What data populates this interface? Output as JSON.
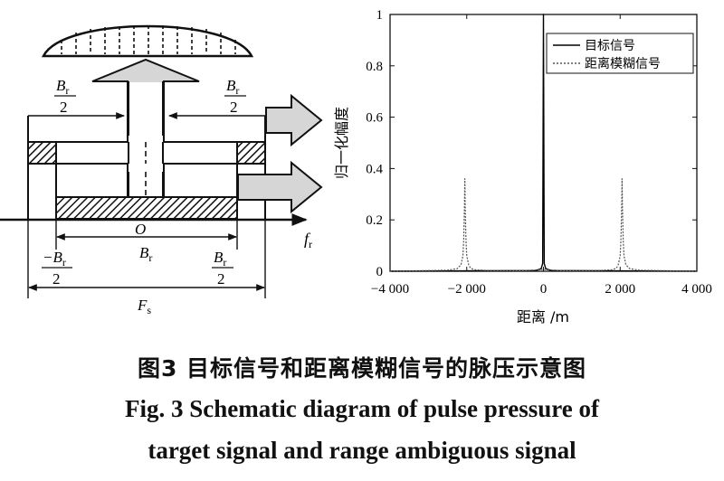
{
  "diagram": {
    "label_br": "B",
    "label_br_sub": "r",
    "label_minus_br": "−B",
    "label_two": "2",
    "label_origin": "O",
    "label_fr": "f",
    "label_fr_sub": "r",
    "label_fs": "F",
    "label_fs_sub": "s"
  },
  "chart_data": {
    "type": "line",
    "title": "",
    "xlabel": "距离 /m",
    "ylabel": "归一化幅度",
    "xlim": [
      -4000,
      4000
    ],
    "ylim": [
      0,
      1
    ],
    "xticks": [
      -4000,
      -2000,
      0,
      2000,
      4000
    ],
    "xtick_labels": [
      "−4 000",
      "−2 000",
      "0",
      "2 000",
      "4 000"
    ],
    "yticks": [
      0,
      0.2,
      0.4,
      0.6,
      0.8,
      1
    ],
    "ytick_labels": [
      "0",
      "0.2",
      "0.4",
      "0.6",
      "0.8",
      "1"
    ],
    "legend_position": "top-right",
    "grid": false,
    "series": [
      {
        "name": "目标信号",
        "style": "solid",
        "color": "#000000",
        "x": [
          -4000,
          -200,
          -60,
          -20,
          0,
          20,
          60,
          200,
          4000
        ],
        "y": [
          0.0,
          0.003,
          0.01,
          0.03,
          1.0,
          0.03,
          0.01,
          0.003,
          0.0
        ]
      },
      {
        "name": "距离模糊信号",
        "style": "dotted",
        "color": "#555555",
        "x": [
          -4000,
          -2500,
          -2250,
          -2150,
          -2100,
          -2080,
          -2060,
          -2050,
          -2040,
          -2020,
          -2000,
          -1950,
          -1900,
          -1800,
          -1500,
          -500,
          -100,
          0,
          100,
          500,
          1500,
          1800,
          1900,
          1950,
          2000,
          2020,
          2040,
          2050,
          2060,
          2080,
          2100,
          2150,
          2250,
          2500,
          4000
        ],
        "y": [
          0.0,
          0.004,
          0.01,
          0.025,
          0.06,
          0.12,
          0.25,
          0.36,
          0.25,
          0.12,
          0.06,
          0.025,
          0.012,
          0.006,
          0.003,
          0.002,
          0.006,
          0.008,
          0.006,
          0.002,
          0.003,
          0.006,
          0.012,
          0.025,
          0.06,
          0.12,
          0.25,
          0.36,
          0.25,
          0.12,
          0.06,
          0.025,
          0.01,
          0.004,
          0.0
        ]
      }
    ]
  },
  "caption": {
    "zh": "图3  目标信号和距离模糊信号的脉压示意图",
    "en_line1": "Fig. 3  Schematic diagram of pulse pressure of",
    "en_line2": "target signal and range ambiguous signal"
  }
}
